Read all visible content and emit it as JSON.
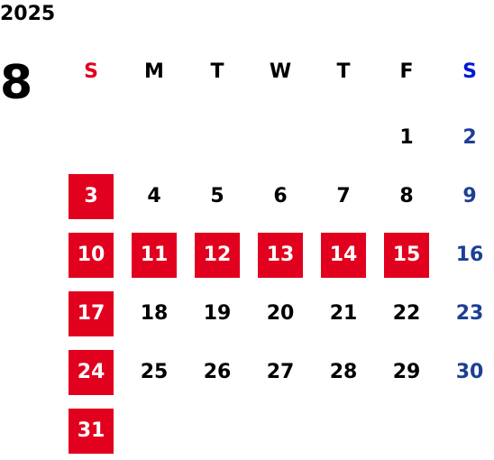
{
  "calendar": {
    "year": "2025",
    "month": "8",
    "weekdays": [
      {
        "label": "S",
        "color": "#e1001e"
      },
      {
        "label": "M",
        "color": "#000000"
      },
      {
        "label": "T",
        "color": "#000000"
      },
      {
        "label": "W",
        "color": "#000000"
      },
      {
        "label": "T",
        "color": "#000000"
      },
      {
        "label": "F",
        "color": "#000000"
      },
      {
        "label": "S",
        "color": "#0018d8"
      }
    ],
    "weeks": [
      [
        null,
        null,
        null,
        null,
        null,
        {
          "day": "1",
          "type": "normal"
        },
        {
          "day": "2",
          "type": "sat"
        }
      ],
      [
        {
          "day": "3",
          "type": "holiday"
        },
        {
          "day": "4",
          "type": "normal"
        },
        {
          "day": "5",
          "type": "normal"
        },
        {
          "day": "6",
          "type": "normal"
        },
        {
          "day": "7",
          "type": "normal"
        },
        {
          "day": "8",
          "type": "normal"
        },
        {
          "day": "9",
          "type": "sat"
        }
      ],
      [
        {
          "day": "10",
          "type": "holiday"
        },
        {
          "day": "11",
          "type": "holiday"
        },
        {
          "day": "12",
          "type": "holiday"
        },
        {
          "day": "13",
          "type": "holiday"
        },
        {
          "day": "14",
          "type": "holiday"
        },
        {
          "day": "15",
          "type": "holiday"
        },
        {
          "day": "16",
          "type": "sat"
        }
      ],
      [
        {
          "day": "17",
          "type": "holiday"
        },
        {
          "day": "18",
          "type": "normal"
        },
        {
          "day": "19",
          "type": "normal"
        },
        {
          "day": "20",
          "type": "normal"
        },
        {
          "day": "21",
          "type": "normal"
        },
        {
          "day": "22",
          "type": "normal"
        },
        {
          "day": "23",
          "type": "sat"
        }
      ],
      [
        {
          "day": "24",
          "type": "holiday"
        },
        {
          "day": "25",
          "type": "normal"
        },
        {
          "day": "26",
          "type": "normal"
        },
        {
          "day": "27",
          "type": "normal"
        },
        {
          "day": "28",
          "type": "normal"
        },
        {
          "day": "29",
          "type": "normal"
        },
        {
          "day": "30",
          "type": "sat"
        }
      ],
      [
        {
          "day": "31",
          "type": "holiday"
        },
        null,
        null,
        null,
        null,
        null,
        null
      ]
    ],
    "colors": {
      "holiday_bg": "#e1001e",
      "holiday_text": "#ffffff",
      "saturday_text": "#1d3f94",
      "weekday_text": "#000000"
    }
  }
}
